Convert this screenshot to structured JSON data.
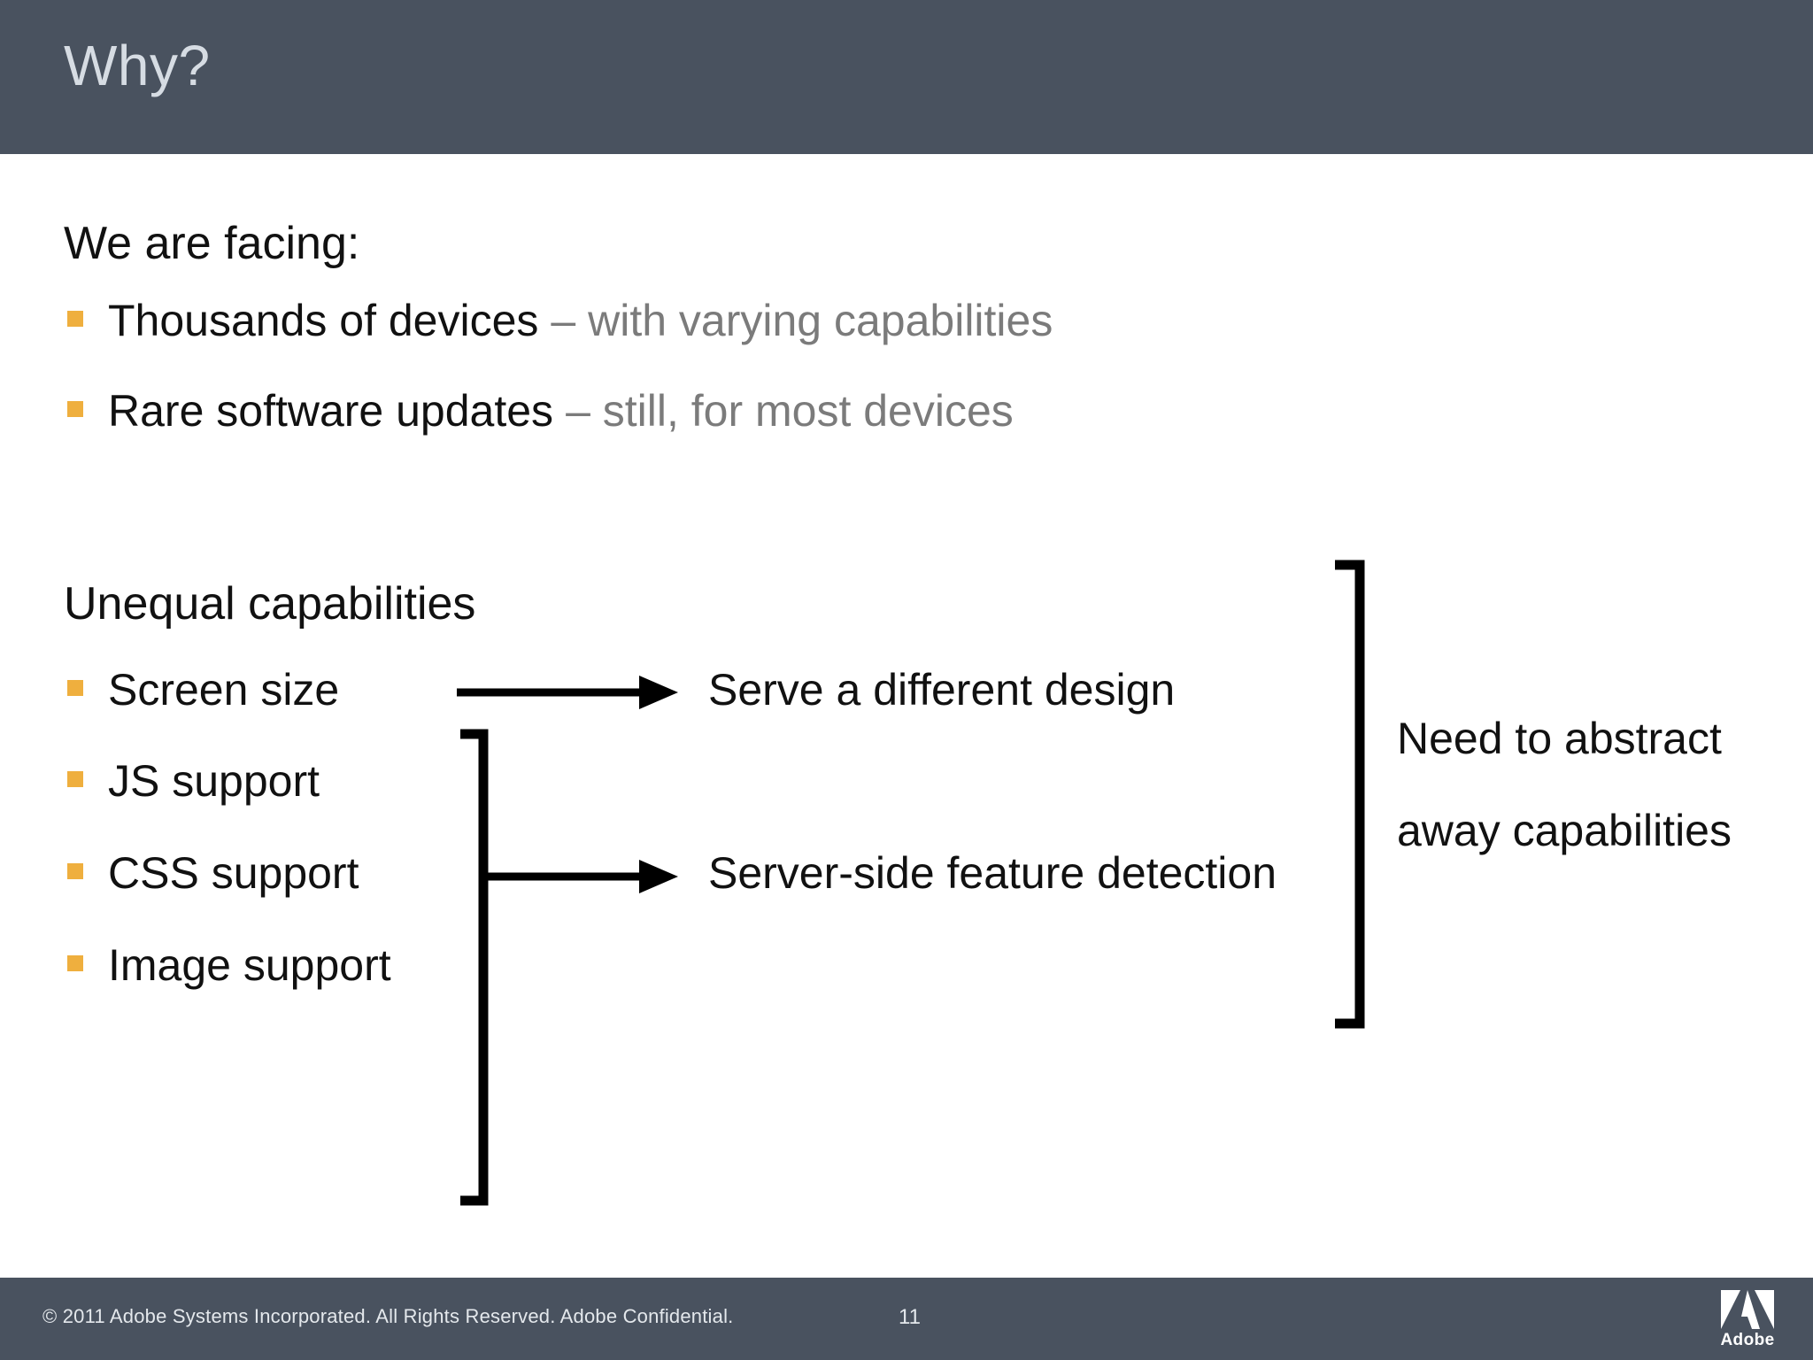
{
  "slide": {
    "title": "Why?",
    "header_color": "#49525F",
    "bullet_color": "#EFAF3E",
    "body_text_color": "#111111",
    "muted_text_color": "#7B7B7B"
  },
  "intro": {
    "lead": "We are facing:",
    "bullets": [
      {
        "main": "Thousands of devices",
        "sub": "– with varying capabilities"
      },
      {
        "main": "Rare software updates",
        "sub": "– still, for most devices"
      }
    ]
  },
  "capabilities": {
    "heading": "Unequal capabilities",
    "items": [
      {
        "label": "Screen size"
      },
      {
        "label": "JS support"
      },
      {
        "label": "CSS support"
      },
      {
        "label": "Image support"
      }
    ]
  },
  "outcomes": [
    {
      "label": "Serve a different design"
    },
    {
      "label": "Server-side feature detection"
    }
  ],
  "conclusion": {
    "line1": "Need to abstract",
    "line2": "away capabilities"
  },
  "footer": {
    "copyright": "© 2011 Adobe Systems Incorporated.  All Rights Reserved.  Adobe Confidential.",
    "page_number": "11",
    "logo_word": "Adobe"
  }
}
